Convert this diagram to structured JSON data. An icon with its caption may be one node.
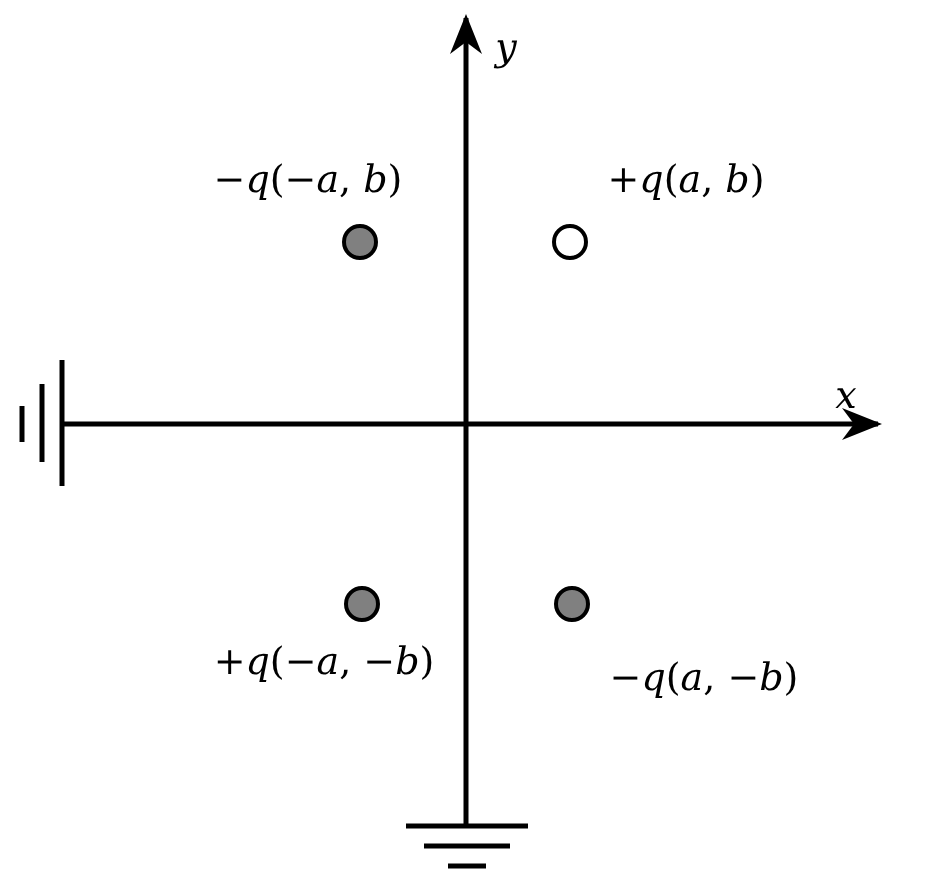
{
  "diagram": {
    "nodes": [
      {
        "text": [],
        "shape": "circle",
        "beside": [
          "−*q*(−*a*, *b*)"
        ]
      },
      {
        "text": [],
        "shape": "circle",
        "beside": [
          "+*q*(*a*, *b*)"
        ]
      },
      {
        "text": [],
        "shape": "circle",
        "beside": [
          "+*q*(−*a*, −*b*)"
        ]
      },
      {
        "text": [],
        "shape": "circle",
        "beside": [
          "−*q*(*a*, −*b*)"
        ]
      }
    ],
    "labels": [
      "*y*",
      "*x*"
    ]
  }
}
